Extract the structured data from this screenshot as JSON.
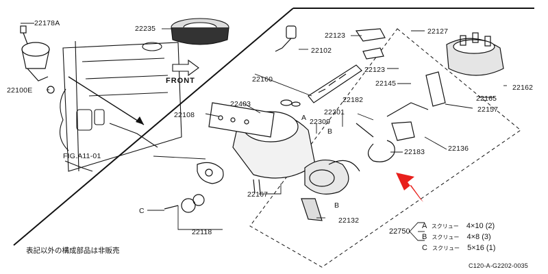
{
  "labels": {
    "p22178A": "22178A",
    "p22235": "22235",
    "p22123a": "22123",
    "p22127": "22127",
    "p22102": "22102",
    "p22100E": "22100E",
    "front": "FRONT",
    "p22160": "22160",
    "p22123b": "22123",
    "p22145": "22145",
    "p22162": "22162",
    "p22165": "22165",
    "p22157": "22157",
    "p22108": "22108",
    "p22403": "22403",
    "p22301": "22301",
    "p22182": "22182",
    "p22309": "22309",
    "fig": "FIG.A11-01",
    "p22183": "22183",
    "p22136": "22136",
    "calloutA": "A",
    "calloutB1": "B",
    "calloutB2": "B",
    "calloutC": "C",
    "p22167": "22167",
    "p22132": "22132",
    "p22118": "22118"
  },
  "note": "表記以外の構成部品は非販売",
  "legend": {
    "part": "22750",
    "rows": [
      {
        "letter": "A",
        "type": "スクリュー",
        "size": "4×10",
        "qty": "(2)"
      },
      {
        "letter": "B",
        "type": "スクリュー",
        "size": "4×8",
        "qty": "(3)"
      },
      {
        "letter": "C",
        "type": "スクリュー",
        "size": "5×16",
        "qty": "(1)"
      }
    ]
  },
  "diagram_code": "C120-A-G2202-0035",
  "colors": {
    "arrow": "#e8201c",
    "ink": "#111111"
  }
}
